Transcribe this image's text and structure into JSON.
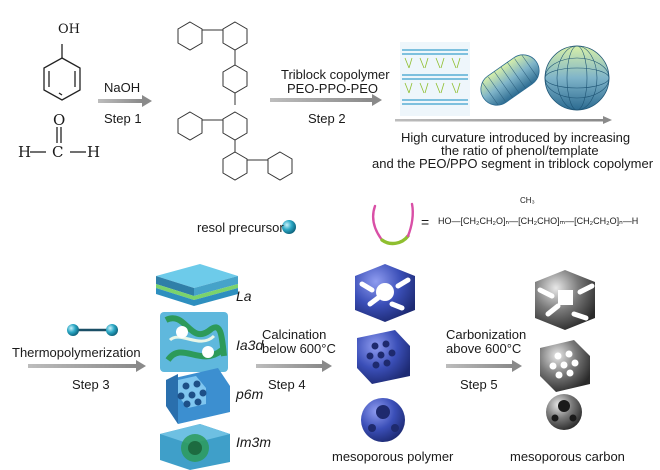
{
  "reagents": {
    "oh": "OH",
    "h1": "H",
    "c": "C",
    "h2": "H",
    "o": "O"
  },
  "steps": {
    "step1": {
      "reagent": "NaOH",
      "label": "Step 1"
    },
    "step2": {
      "reagent_line1": "Triblock copolymer",
      "reagent_line2": "PEO-PPO-PEO",
      "label": "Step 2"
    },
    "step3": {
      "reagent": "Thermopolymerization",
      "label": "Step 3"
    },
    "step4": {
      "reagent_line1": "Calcination",
      "reagent_line2": "below 600°C",
      "label": "Step 4"
    },
    "step5": {
      "reagent_line1": "Carbonization",
      "reagent_line2": "above 600°C",
      "label": "Step 5"
    }
  },
  "curvature_note": {
    "line1": "High curvature introduced by increasing",
    "line2": "the ratio of phenol/template",
    "line3": "and the PEO/PPO segment in triblock copolymer"
  },
  "resol_label": "resol precursor",
  "copolymer_formula": "HO—[CH₂CH₂O]ₙ—[CH₂CHO]ₘ—[CH₂CH₂O]ₙ—H",
  "copolymer_methyl": "CH₃",
  "equals": "=",
  "phases": [
    "La",
    "Ia3d",
    "p6m",
    "Im3m"
  ],
  "products": {
    "polymer": "mesoporous polymer",
    "carbon": "mesoporous carbon"
  },
  "colors": {
    "arrow": "#a9a9a9",
    "resol_sphere": "#2aa7c4",
    "polymer_blue": "#3b4fb8",
    "carbon_gray": "#606060",
    "gyroid_green": "#2d9a5a",
    "plate_blue": "#4fb3d9"
  }
}
